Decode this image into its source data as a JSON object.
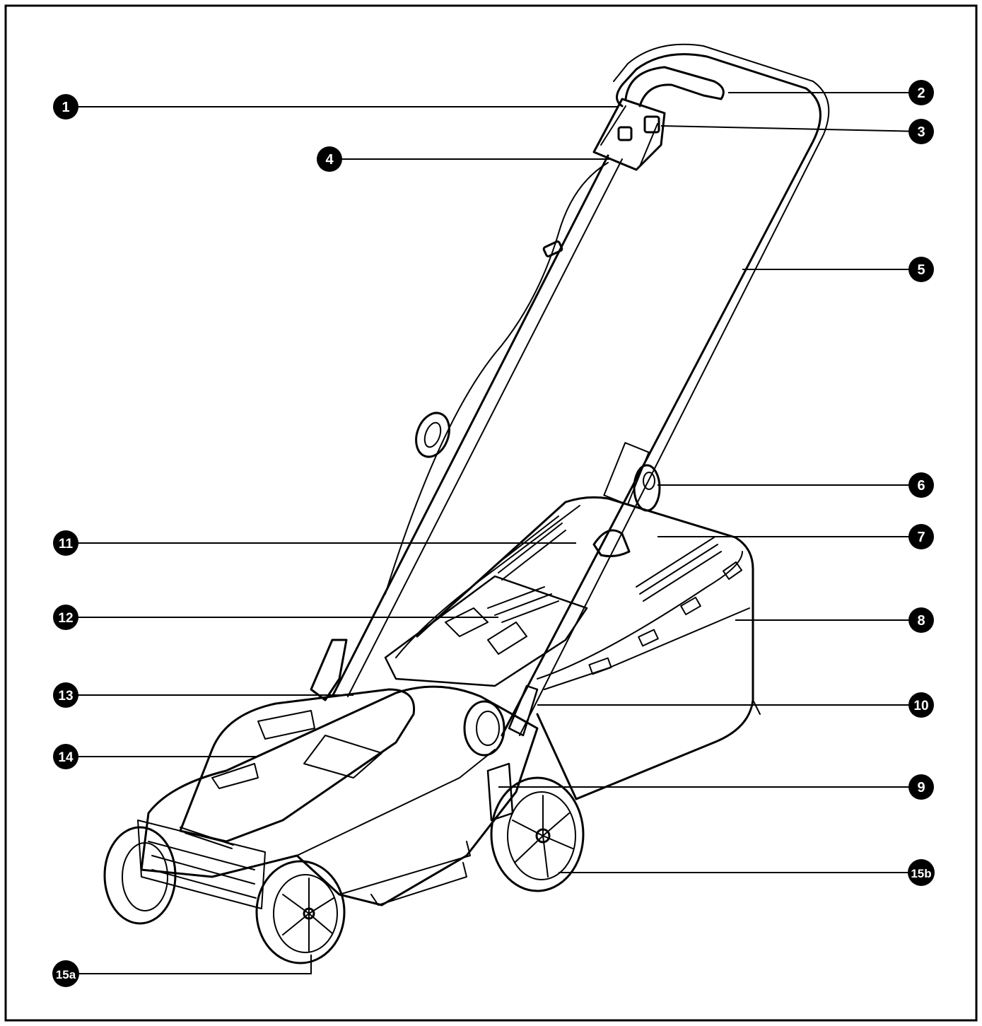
{
  "colors": {
    "ink": "#000000",
    "paper": "#ffffff",
    "badge_fill": "#000000",
    "badge_text": "#ffffff"
  },
  "callouts": [
    {
      "id": "c1",
      "label": "1"
    },
    {
      "id": "c2",
      "label": "2"
    },
    {
      "id": "c3",
      "label": "3"
    },
    {
      "id": "c4",
      "label": "4"
    },
    {
      "id": "c5",
      "label": "5"
    },
    {
      "id": "c6",
      "label": "6"
    },
    {
      "id": "c7",
      "label": "7"
    },
    {
      "id": "c8",
      "label": "8"
    },
    {
      "id": "c9",
      "label": "9"
    },
    {
      "id": "c10",
      "label": "10"
    },
    {
      "id": "c11",
      "label": "11"
    },
    {
      "id": "c12",
      "label": "12"
    },
    {
      "id": "c13",
      "label": "13"
    },
    {
      "id": "c14",
      "label": "14"
    },
    {
      "id": "c15a",
      "label": "15a"
    },
    {
      "id": "c15b",
      "label": "15b"
    }
  ]
}
